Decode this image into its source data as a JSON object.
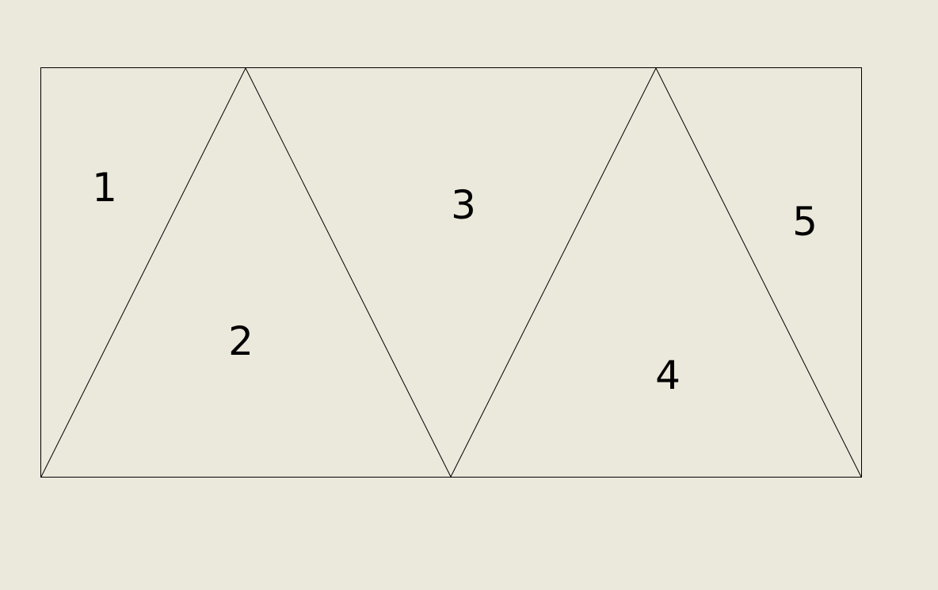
{
  "diagram": {
    "regions": [
      {
        "label": "1"
      },
      {
        "label": "2"
      },
      {
        "label": "3"
      },
      {
        "label": "4"
      },
      {
        "label": "5"
      }
    ],
    "colors": {
      "background": "#ebe8dc",
      "line": "#000000",
      "text": "#000000"
    }
  }
}
